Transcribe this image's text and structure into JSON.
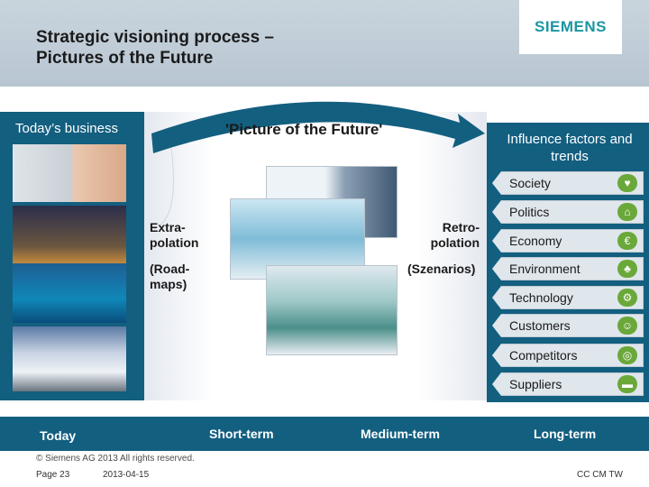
{
  "header": {
    "title_line1": "Strategic visioning process –",
    "title_line2": "Pictures of the Future",
    "logo_text": "SIEMENS"
  },
  "left": {
    "title": "Today’s business"
  },
  "center": {
    "title": "'Picture of the Future'",
    "left_label_line1": "Extra-",
    "left_label_line2": "polation",
    "left_sub_line1": "(Road-",
    "left_sub_line2": "maps)",
    "right_label_line1": "Retro-",
    "right_label_line2": "polation",
    "right_sub": "(Szenarios)"
  },
  "right": {
    "title_line1": "Influence factors and",
    "title_line2": "trends",
    "factors": [
      {
        "label": "Society",
        "icon": "heart-icon"
      },
      {
        "label": "Politics",
        "icon": "building-icon"
      },
      {
        "label": "Economy",
        "icon": "money-icon"
      },
      {
        "label": "Environment",
        "icon": "tree-icon"
      },
      {
        "label": "Technology",
        "icon": "gear-icon"
      },
      {
        "label": "Customers",
        "icon": "person-icon"
      },
      {
        "label": "Competitors",
        "icon": "target-icon"
      },
      {
        "label": "Suppliers",
        "icon": "truck-icon"
      }
    ]
  },
  "timeline": {
    "today": "Today",
    "short": "Short-term",
    "medium": "Medium-term",
    "long": "Long-term"
  },
  "footer": {
    "copyright": "© Siemens AG 2013 All rights reserved.",
    "page": "Page 23",
    "date": "2013-04-15",
    "dept": "CC CM TW"
  },
  "colors": {
    "panel": "#135f80",
    "icon": "#6aa83a",
    "logo": "#1a96a3"
  }
}
